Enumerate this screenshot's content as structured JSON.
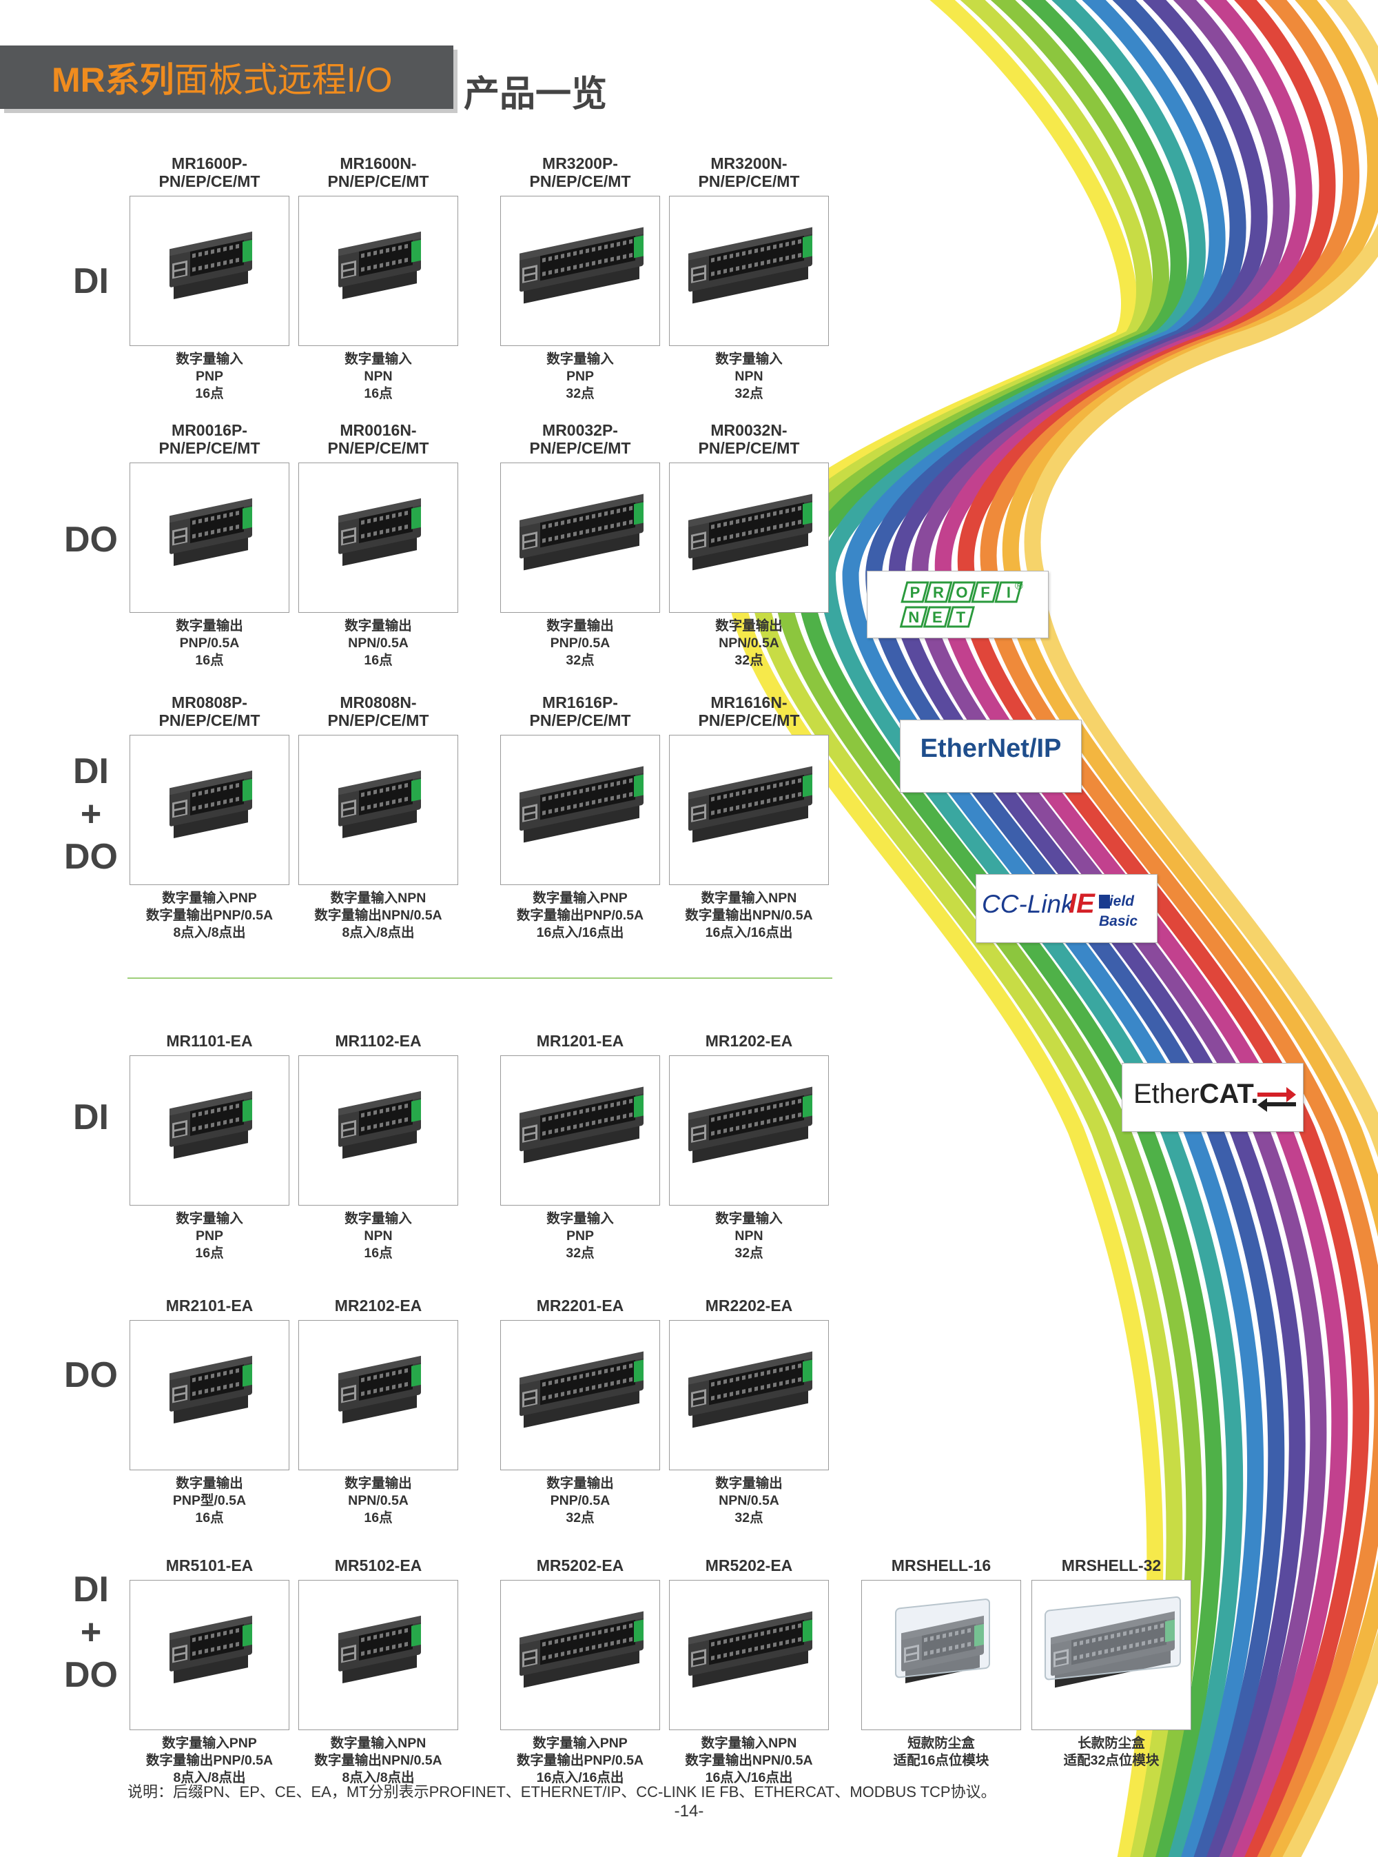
{
  "header": {
    "title_bold": "MR系列",
    "title_rest": "面板式远程I/O",
    "heading": "产品一览"
  },
  "rows": [
    {
      "label_lines": [
        "DI"
      ],
      "products": [
        {
          "model_lines": [
            "MR1600P-",
            "PN/EP/CE/MT"
          ],
          "desc_lines": [
            "数字量输入",
            "PNP",
            "16点"
          ]
        },
        {
          "model_lines": [
            "MR1600N-",
            "PN/EP/CE/MT"
          ],
          "desc_lines": [
            "数字量输入",
            "NPN",
            "16点"
          ]
        },
        {
          "model_lines": [
            "MR3200P-",
            "PN/EP/CE/MT"
          ],
          "desc_lines": [
            "数字量输入",
            "PNP",
            "32点"
          ]
        },
        {
          "model_lines": [
            "MR3200N-",
            "PN/EP/CE/MT"
          ],
          "desc_lines": [
            "数字量输入",
            "NPN",
            "32点"
          ]
        }
      ]
    },
    {
      "label_lines": [
        "DO"
      ],
      "products": [
        {
          "model_lines": [
            "MR0016P-",
            "PN/EP/CE/MT"
          ],
          "desc_lines": [
            "数字量输出",
            "PNP/0.5A",
            "16点"
          ]
        },
        {
          "model_lines": [
            "MR0016N-",
            "PN/EP/CE/MT"
          ],
          "desc_lines": [
            "数字量输出",
            "NPN/0.5A",
            "16点"
          ]
        },
        {
          "model_lines": [
            "MR0032P-",
            "PN/EP/CE/MT"
          ],
          "desc_lines": [
            "数字量输出",
            "PNP/0.5A",
            "32点"
          ]
        },
        {
          "model_lines": [
            "MR0032N-",
            "PN/EP/CE/MT"
          ],
          "desc_lines": [
            "数字量输出",
            "NPN/0.5A",
            "32点"
          ]
        }
      ]
    },
    {
      "label_lines": [
        "DI",
        "+",
        "DO"
      ],
      "products": [
        {
          "model_lines": [
            "MR0808P-",
            "PN/EP/CE/MT"
          ],
          "desc_lines": [
            "数字量输入PNP",
            "数字量输出PNP/0.5A",
            "8点入/8点出"
          ]
        },
        {
          "model_lines": [
            "MR0808N-",
            "PN/EP/CE/MT"
          ],
          "desc_lines": [
            "数字量输入NPN",
            "数字量输出NPN/0.5A",
            "8点入/8点出"
          ]
        },
        {
          "model_lines": [
            "MR1616P-",
            "PN/EP/CE/MT"
          ],
          "desc_lines": [
            "数字量输入PNP",
            "数字量输出PNP/0.5A",
            "16点入/16点出"
          ]
        },
        {
          "model_lines": [
            "MR1616N-",
            "PN/EP/CE/MT"
          ],
          "desc_lines": [
            "数字量输入NPN",
            "数字量输出NPN/0.5A",
            "16点入/16点出"
          ]
        }
      ]
    },
    {
      "label_lines": [
        "DI"
      ],
      "products": [
        {
          "model_lines": [
            "MR1101-EA"
          ],
          "desc_lines": [
            "数字量输入",
            "PNP",
            "16点"
          ]
        },
        {
          "model_lines": [
            "MR1102-EA"
          ],
          "desc_lines": [
            "数字量输入",
            "NPN",
            "16点"
          ]
        },
        {
          "model_lines": [
            "MR1201-EA"
          ],
          "desc_lines": [
            "数字量输入",
            "PNP",
            "32点"
          ]
        },
        {
          "model_lines": [
            "MR1202-EA"
          ],
          "desc_lines": [
            "数字量输入",
            "NPN",
            "32点"
          ]
        }
      ]
    },
    {
      "label_lines": [
        "DO"
      ],
      "products": [
        {
          "model_lines": [
            "MR2101-EA"
          ],
          "desc_lines": [
            "数字量输出",
            "PNP型/0.5A",
            "16点"
          ]
        },
        {
          "model_lines": [
            "MR2102-EA"
          ],
          "desc_lines": [
            "数字量输出",
            "NPN/0.5A",
            "16点"
          ]
        },
        {
          "model_lines": [
            "MR2201-EA"
          ],
          "desc_lines": [
            "数字量输出",
            "PNP/0.5A",
            "32点"
          ]
        },
        {
          "model_lines": [
            "MR2202-EA"
          ],
          "desc_lines": [
            "数字量输出",
            "NPN/0.5A",
            "32点"
          ]
        }
      ]
    },
    {
      "label_lines": [
        "DI",
        "+",
        "DO"
      ],
      "products": [
        {
          "model_lines": [
            "MR5101-EA"
          ],
          "desc_lines": [
            "数字量输入PNP",
            "数字量输出PNP/0.5A",
            "8点入/8点出"
          ]
        },
        {
          "model_lines": [
            "MR5102-EA"
          ],
          "desc_lines": [
            "数字量输入NPN",
            "数字量输出NPN/0.5A",
            "8点入/8点出"
          ]
        },
        {
          "model_lines": [
            "MR5202-EA"
          ],
          "desc_lines": [
            "数字量输入PNP",
            "数字量输出PNP/0.5A",
            "16点入/16点出"
          ]
        },
        {
          "model_lines": [
            "MR5202-EA"
          ],
          "desc_lines": [
            "数字量输入NPN",
            "数字量输出NPN/0.5A",
            "16点入/16点出"
          ]
        },
        {
          "model_lines": [
            "MRSHELL-16"
          ],
          "desc_lines": [
            "短款防尘盒",
            "适配16点位模块"
          ]
        },
        {
          "model_lines": [
            "MRSHELL-32"
          ],
          "desc_lines": [
            "长款防尘盒",
            "适配32点位模块"
          ]
        }
      ]
    }
  ],
  "logos": {
    "profinet_top": "PROFI",
    "profinet_bottom": "NET",
    "profinet_mark": "®",
    "ethernetip": "EtherNet/IP",
    "cclink_main": "CC-Link",
    "cclink_ie": "IE",
    "cclink_field": "Field",
    "cclink_basic": "Basic",
    "ethercat_ether": "Ether",
    "ethercat_cat": "CAT."
  },
  "footnote": "说明：后缀PN、EP、CE、EA，MT分别表示PROFINET、ETHERNET/IP、CC-LINK IE FB、ETHERCAT、MODBUS TCP协议。",
  "page_number": "-14-",
  "colors": {
    "accent_orange": "#f08c1e",
    "header_gray": "#555759",
    "divider_green": "#9ecf7a"
  }
}
